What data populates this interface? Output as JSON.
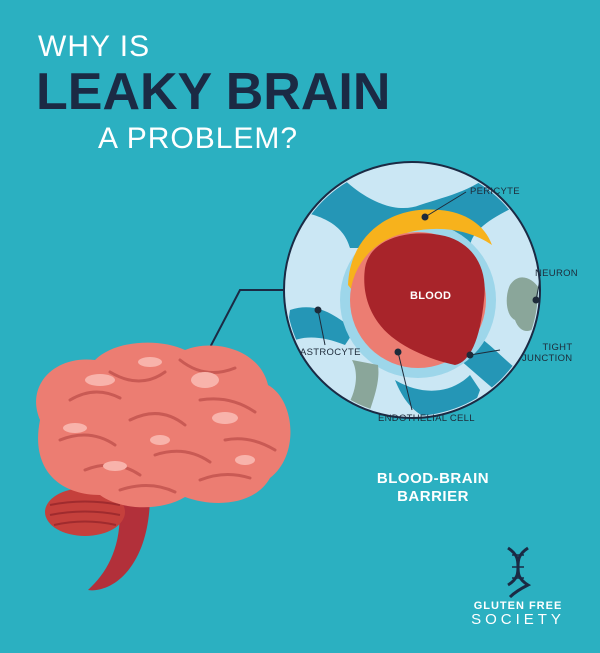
{
  "title": {
    "line1": "WHY IS",
    "line2": "LEAKY BRAIN",
    "line3": "A PROBLEM?"
  },
  "diagram": {
    "labels": {
      "pericyte": "PERICYTE",
      "neuron": "NEURON",
      "blood": "BLOOD",
      "astrocyte": "ASTROCYTE",
      "tight_junction_1": "TIGHT",
      "tight_junction_2": "JUNCTION",
      "endothelial": "ENDOTHELIAL CELL"
    },
    "caption_line1": "BLOOD-BRAIN",
    "caption_line2": "BARRIER"
  },
  "logo": {
    "line1": "GLUTEN FREE",
    "line2": "SOCIETY"
  },
  "colors": {
    "background": "#2bb0c1",
    "title_dark": "#1b2a44",
    "brain": "#ec7d72",
    "blood": "#a8242a",
    "pericyte": "#f7b21c",
    "astrocyte": "#2596b6",
    "neuron": "#8aa69a"
  }
}
